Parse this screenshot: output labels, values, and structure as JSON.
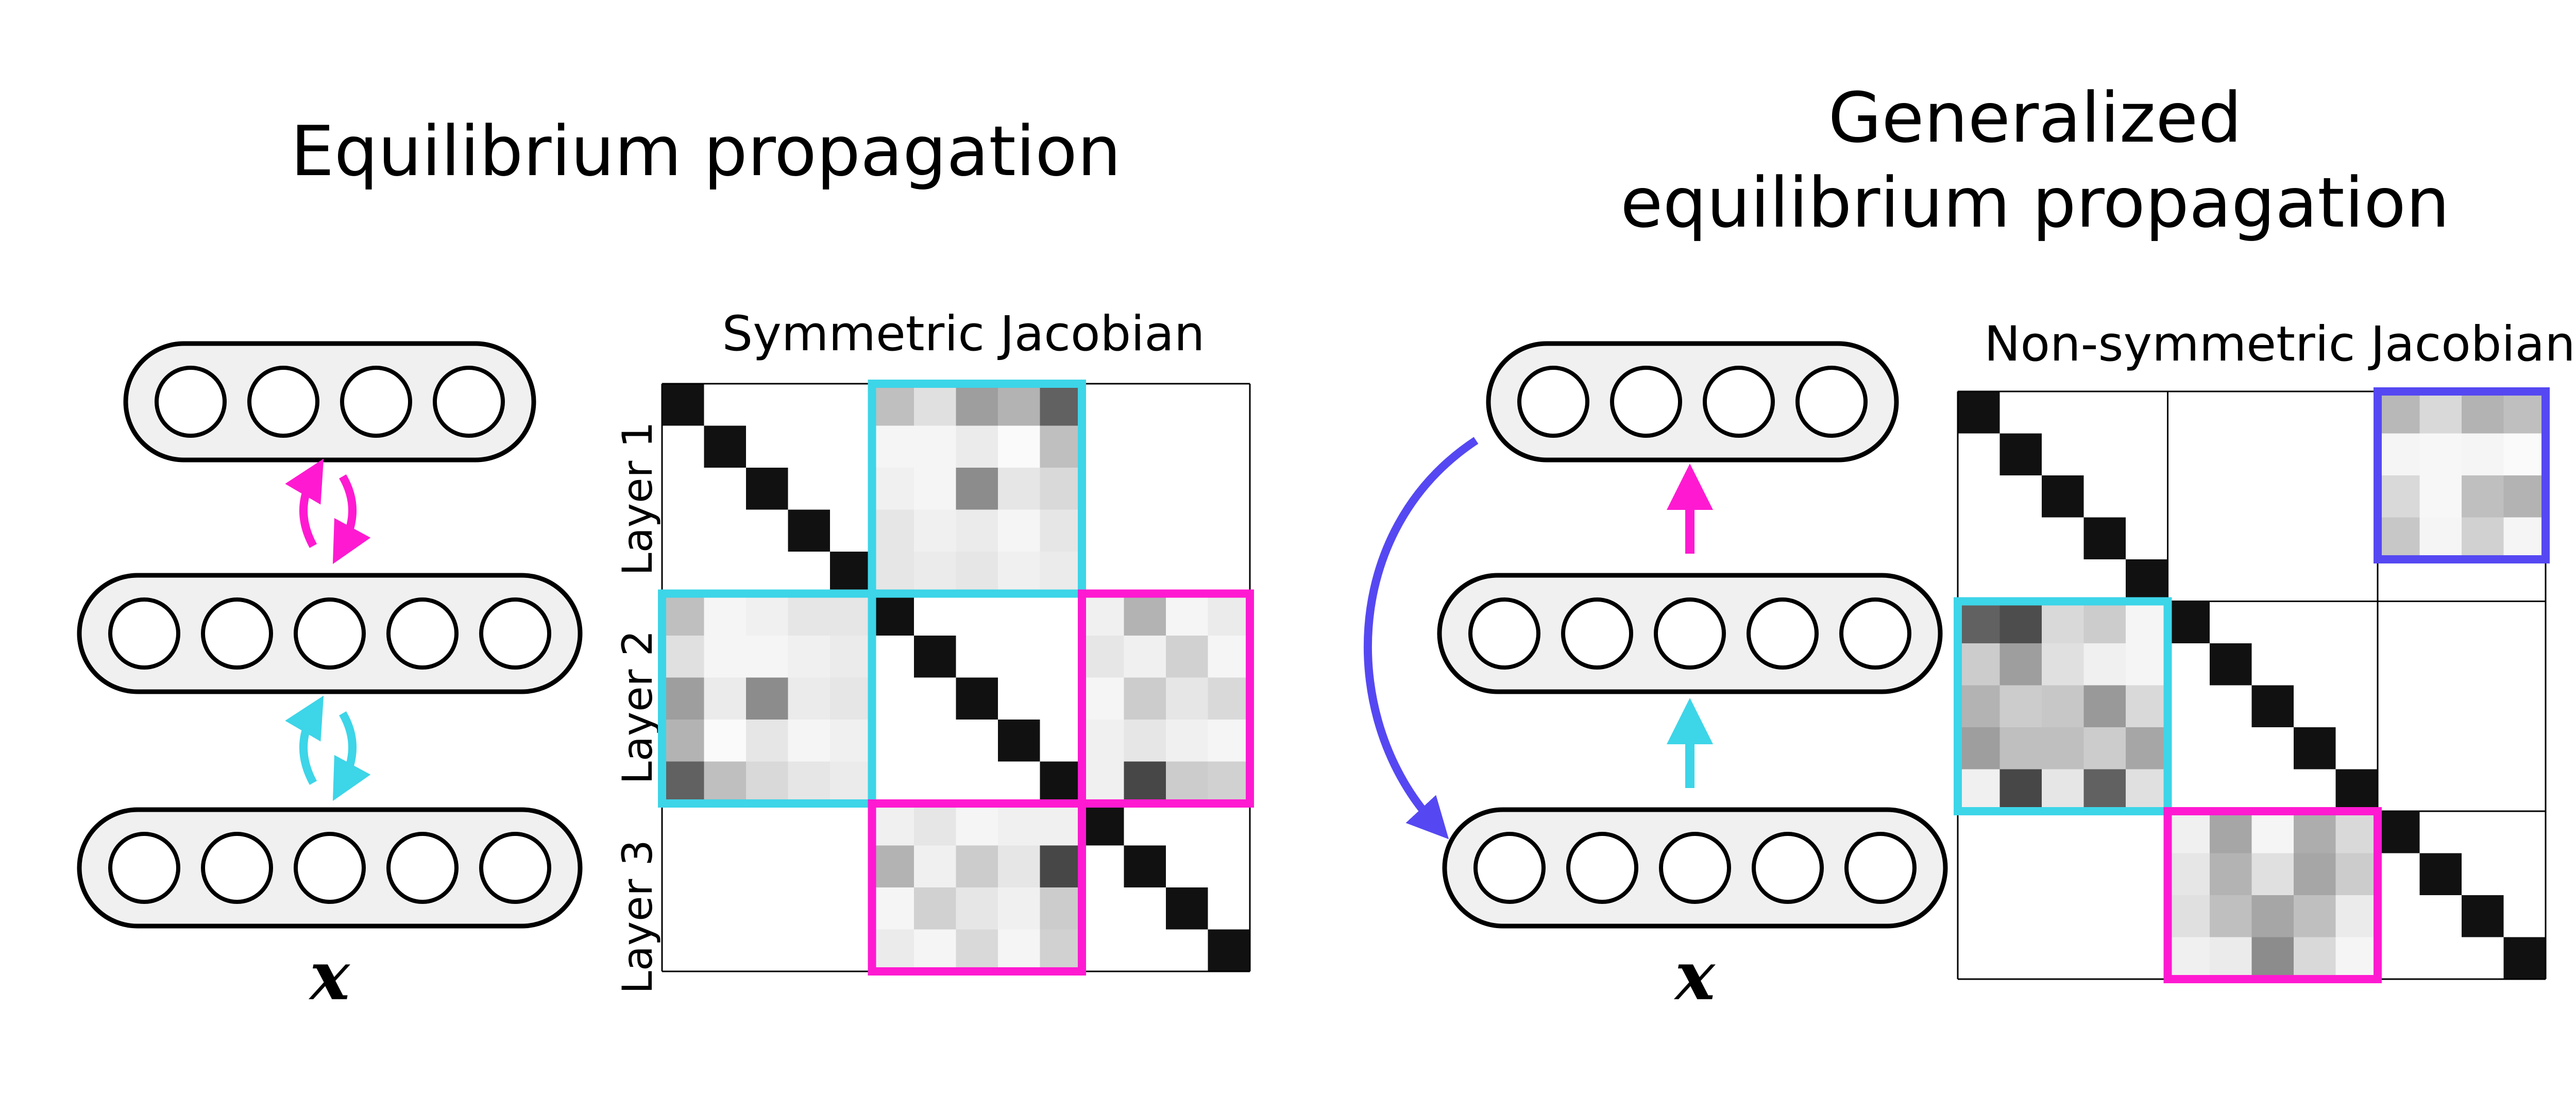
{
  "left_panel": {
    "title": "Equilibrium propagation",
    "matrix_title": "Symmetric Jacobian",
    "layer_labels": [
      "Layer 1",
      "Layer 2",
      "Layer 3"
    ],
    "input_label": "x",
    "layer_neuron_counts": [
      4,
      5,
      5
    ],
    "arrow_direction": "bidirectional",
    "cyan_block_values": [
      [
        0.25,
        0.12,
        0.38,
        0.3,
        0.62
      ],
      [
        0.04,
        0.04,
        0.08,
        0.02,
        0.25
      ],
      [
        0.06,
        0.04,
        0.45,
        0.1,
        0.15
      ],
      [
        0.1,
        0.06,
        0.08,
        0.04,
        0.1
      ],
      [
        0.1,
        0.08,
        0.1,
        0.06,
        0.08
      ]
    ],
    "magenta_block_values": [
      [
        0.06,
        0.3,
        0.04,
        0.08
      ],
      [
        0.1,
        0.06,
        0.18,
        0.04
      ],
      [
        0.04,
        0.2,
        0.1,
        0.15
      ],
      [
        0.06,
        0.1,
        0.06,
        0.04
      ],
      [
        0.06,
        0.72,
        0.2,
        0.18
      ]
    ]
  },
  "right_panel": {
    "title_line1": "Generalized",
    "title_line2": "equilibrium propagation",
    "matrix_title": "Non-symmetric Jacobian",
    "input_label": "x",
    "layer_neuron_counts": [
      4,
      5,
      5
    ],
    "arrow_direction": "feedforward",
    "blue_block_values": [
      [
        0.28,
        0.15,
        0.3,
        0.25
      ],
      [
        0.04,
        0.03,
        0.04,
        0.02
      ],
      [
        0.15,
        0.03,
        0.25,
        0.3
      ],
      [
        0.22,
        0.04,
        0.18,
        0.04
      ]
    ],
    "cyan_block_values": [
      [
        0.62,
        0.7,
        0.15,
        0.2,
        0.04
      ],
      [
        0.2,
        0.38,
        0.12,
        0.06,
        0.04
      ],
      [
        0.3,
        0.2,
        0.22,
        0.4,
        0.15
      ],
      [
        0.38,
        0.25,
        0.25,
        0.2,
        0.35
      ],
      [
        0.06,
        0.72,
        0.1,
        0.62,
        0.12
      ]
    ],
    "magenta_block_values": [
      [
        0.06,
        0.35,
        0.04,
        0.32,
        0.15
      ],
      [
        0.1,
        0.3,
        0.12,
        0.35,
        0.2
      ],
      [
        0.12,
        0.25,
        0.35,
        0.25,
        0.08
      ],
      [
        0.06,
        0.08,
        0.45,
        0.15,
        0.04
      ]
    ]
  },
  "colors": {
    "cyan": "#3dd5e8",
    "magenta": "#ff1ad1",
    "blue": "#5548f2",
    "diagonal": "#111111",
    "layer_fill": "#f0f0f0"
  }
}
